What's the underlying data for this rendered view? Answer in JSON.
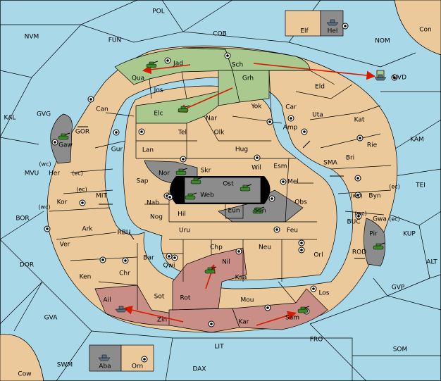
{
  "colors": {
    "sea": "#a9d8e8",
    "land": "#ecc99a",
    "green_power": "#a9c98f",
    "red_power": "#c98e86",
    "gray_power": "#8c8c8c",
    "order_arrow": "#d81a00",
    "black_shoal": "#000000"
  },
  "provinces": {
    "POL": "POL",
    "NVM": "NVM",
    "FUN": "FUN",
    "COB": "COB",
    "NOM": "NOM",
    "Con": "Con",
    "Elf": "Elf",
    "Hel": "Hel",
    "OVD": "OVD",
    "KAL": "KAL",
    "GVG": "GVG",
    "GOR": "GOR",
    "Gaw": "Gaw",
    "KAM": "KAM",
    "TEI": "TEI",
    "SMA": "SMA",
    "MIT": "MIT",
    "MVU": "MVU",
    "BOR": "BOR",
    "RBU": "RBU",
    "BUC": "BUC",
    "KUP": "KUP",
    "ROD": "ROD",
    "ALT": "ALT",
    "DOR": "DOR",
    "GVP": "GVP",
    "GVA": "GVA",
    "FRO": "FRO",
    "SOM": "SOM",
    "LIT": "LIT",
    "SWM": "SWM",
    "DAX": "DAX",
    "Cow": "Cow",
    "Aba": "Aba",
    "Orn": "Orn",
    "Jad": "Jad",
    "Sch": "Sch",
    "Qua": "Qua",
    "Jos": "Jos",
    "Grh": "Grh",
    "Eld": "Eld",
    "Can": "Can",
    "Elc": "Elc",
    "Nar": "Nar",
    "Yok": "Yok",
    "Car": "Car",
    "Uta": "Uta",
    "Kat": "Kat",
    "Tel": "Tel",
    "Olk": "Olk",
    "Amp": "Amp",
    "Gur": "Gur",
    "Lan": "Lan",
    "Hug": "Hug",
    "Rie": "Rie",
    "Bri": "Bri",
    "Her": "Her",
    "Nor": "Nor",
    "Skr": "Skr",
    "Wil": "Wil",
    "Esm": "Esm",
    "Sap": "Sap",
    "Ost": "Ost",
    "Mel": "Mel",
    "Web": "Web",
    "Kor": "Kor",
    "Nab": "Nab",
    "Eun": "Eun",
    "Obs": "Obs",
    "Byn": "Byn",
    "Sun": "Sun",
    "Gwa": "Gwa",
    "Hil": "Hil",
    "Nog": "Nog",
    "Ark": "Ark",
    "Uru": "Uru",
    "Feu": "Feu",
    "Pir": "Pir",
    "Chp": "Chp",
    "Neu": "Neu",
    "Ver": "Ver",
    "Bar": "Bar",
    "Qwi": "Qwi",
    "Nil": "Nil",
    "Orl": "Orl",
    "Ken": "Ken",
    "Chr": "Chr",
    "Kaa": "Kaa",
    "Rot": "Rot",
    "Sot": "Sot",
    "Los": "Los",
    "Ail": "Ail",
    "Mou": "Mou",
    "Zin": "Zin",
    "Kar": "Kar",
    "Sam": "Sam"
  },
  "coast_tags": {
    "wc1": "(wc)",
    "ec1": "(ec)",
    "ec2": "(ec)",
    "wc2": "(wc)",
    "wc3": "(wc)",
    "ec3": "(ec)",
    "wc4": "(wc)",
    "ec4": "(ec)"
  },
  "units": [
    {
      "province": "Jad",
      "type": "army",
      "power": "green"
    },
    {
      "province": "Elc",
      "type": "army",
      "power": "green"
    },
    {
      "province": "Gaw",
      "type": "army",
      "power": "green"
    },
    {
      "province": "Nor",
      "type": "army",
      "power": "green"
    },
    {
      "province": "Web",
      "type": "army",
      "power": "green"
    },
    {
      "province": "Skr",
      "type": "army",
      "power": "green"
    },
    {
      "province": "Ost",
      "type": "army",
      "power": "green"
    },
    {
      "province": "Sun",
      "type": "army",
      "power": "green"
    },
    {
      "province": "Pir",
      "type": "army",
      "power": "green"
    },
    {
      "province": "Nil",
      "type": "army",
      "power": "green"
    },
    {
      "province": "Sam",
      "type": "army",
      "power": "green"
    },
    {
      "province": "Ail",
      "type": "fleet",
      "power": "gray"
    },
    {
      "province": "Hel",
      "type": "fleet",
      "power": "gray"
    },
    {
      "province": "OVD",
      "type": "fleet",
      "power": "gray"
    },
    {
      "province": "Aba",
      "type": "fleet",
      "power": "gray"
    }
  ],
  "orders": [
    {
      "from": "Jad",
      "to": "Qua"
    },
    {
      "from": "Grh",
      "to": "Elc"
    },
    {
      "from": "Sch",
      "to": "OVD"
    },
    {
      "from": "Rot",
      "to": "Nil"
    },
    {
      "from": "Zin",
      "to": "Ail"
    },
    {
      "from": "Kar",
      "to": "Sam"
    }
  ]
}
